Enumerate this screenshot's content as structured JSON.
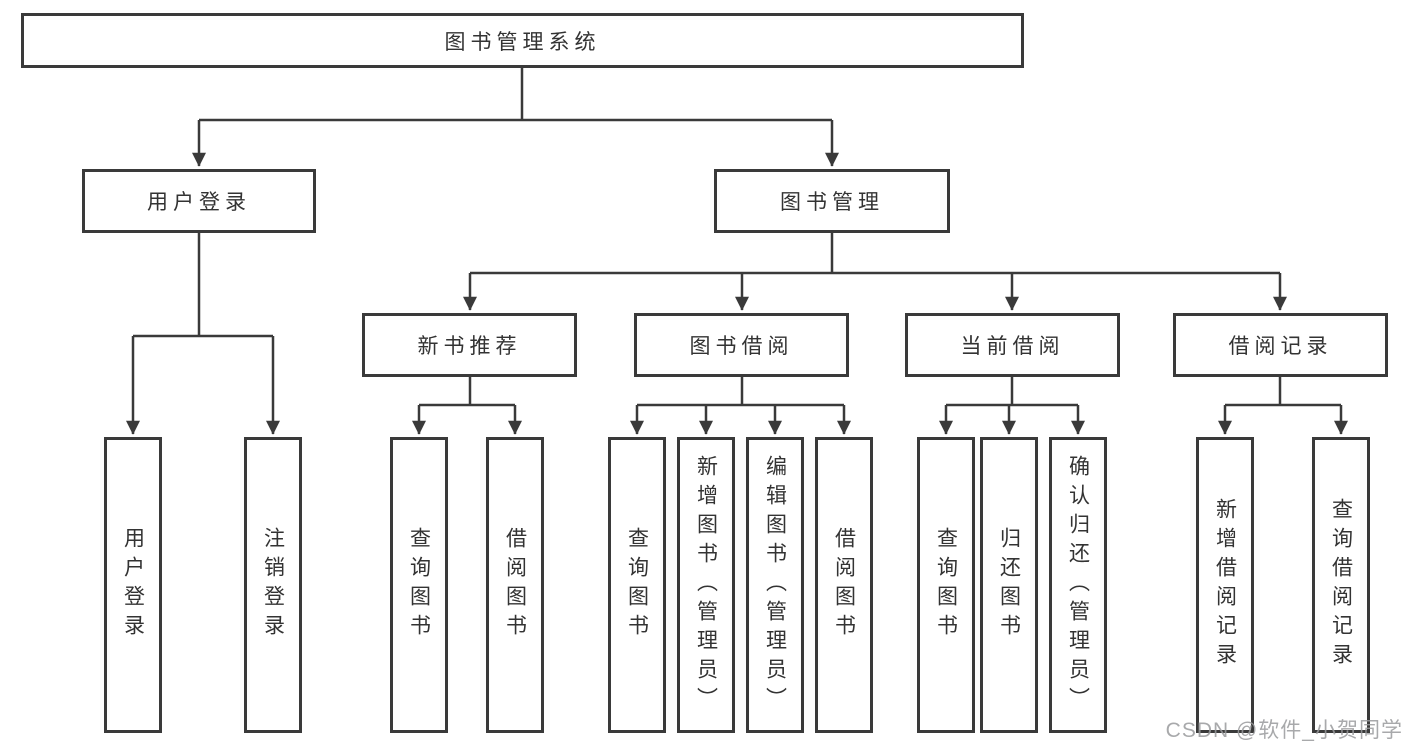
{
  "diagram": {
    "root": {
      "label": "图书管理系统"
    },
    "level2": [
      {
        "label": "用户登录"
      },
      {
        "label": "图书管理"
      }
    ],
    "level3": [
      {
        "label": "新书推荐",
        "parent": "图书管理"
      },
      {
        "label": "图书借阅",
        "parent": "图书管理"
      },
      {
        "label": "当前借阅",
        "parent": "图书管理"
      },
      {
        "label": "借阅记录",
        "parent": "图书管理"
      }
    ],
    "leaves": [
      {
        "label": "用户登录",
        "parent": "用户登录"
      },
      {
        "label": "注销登录",
        "parent": "用户登录"
      },
      {
        "label": "查询图书",
        "parent": "新书推荐"
      },
      {
        "label": "借阅图书",
        "parent": "新书推荐"
      },
      {
        "label": "查询图书",
        "parent": "图书借阅"
      },
      {
        "label": "新增图书（管理员）",
        "parent": "图书借阅"
      },
      {
        "label": "编辑图书（管理员）",
        "parent": "图书借阅"
      },
      {
        "label": "借阅图书",
        "parent": "图书借阅"
      },
      {
        "label": "查询图书",
        "parent": "当前借阅"
      },
      {
        "label": "归还图书",
        "parent": "当前借阅"
      },
      {
        "label": "确认归还（管理员）",
        "parent": "当前借阅"
      },
      {
        "label": "新增借阅记录",
        "parent": "借阅记录"
      },
      {
        "label": "查询借阅记录",
        "parent": "借阅记录"
      }
    ],
    "watermark": "CSDN @软件_小贺同学",
    "colors": {
      "line": "#3a3a3a",
      "text": "#333333",
      "watermark": "#9a9b9d",
      "background": "#ffffff"
    }
  }
}
